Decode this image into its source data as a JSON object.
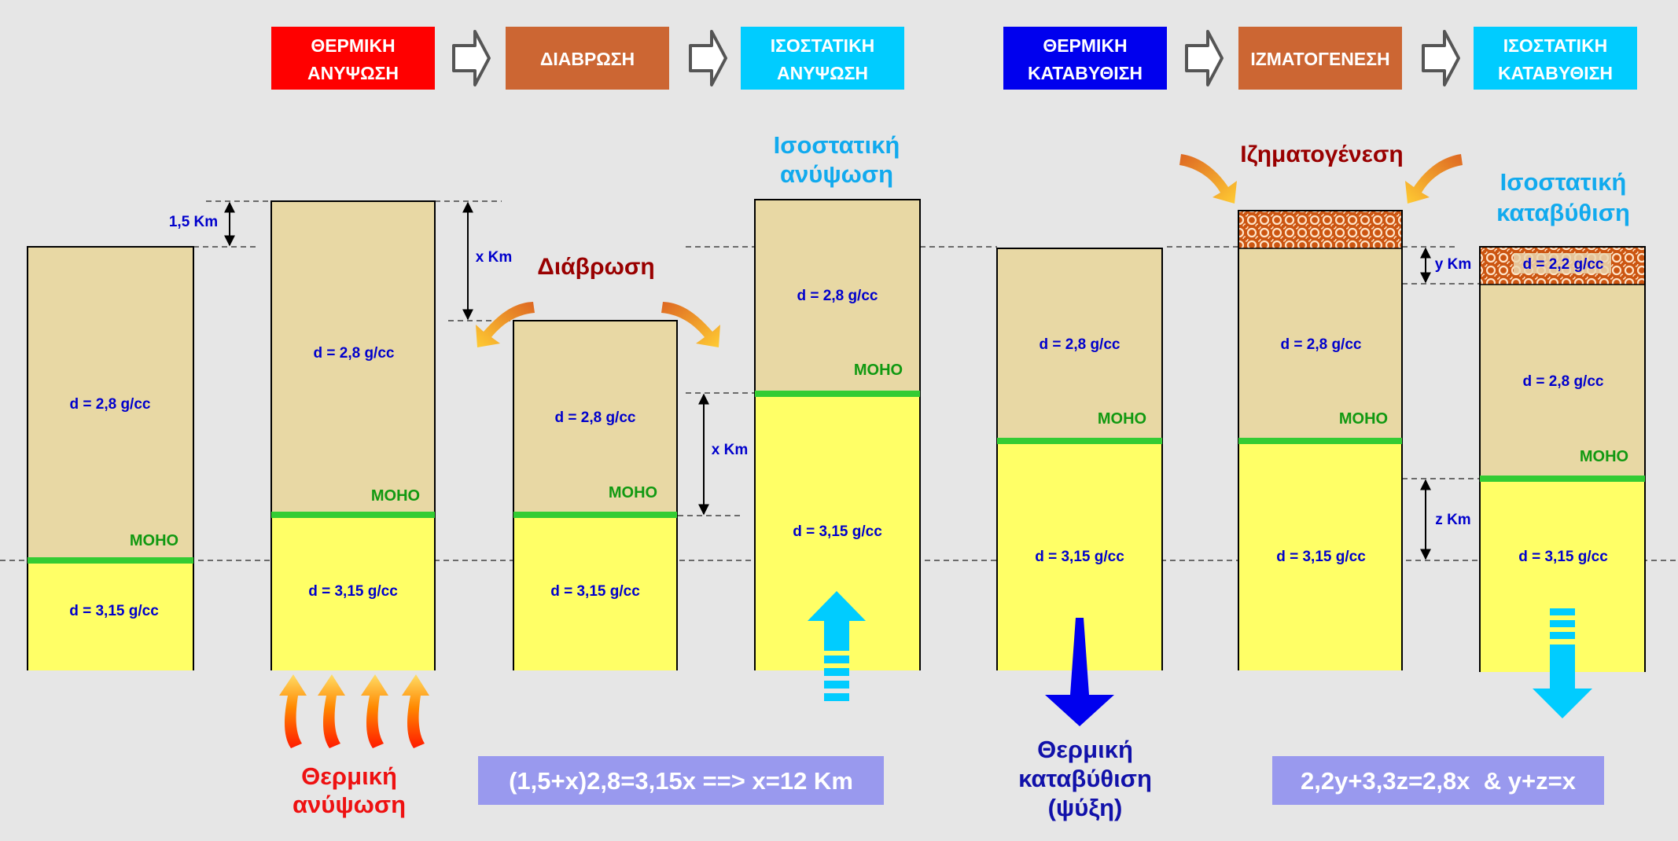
{
  "colors": {
    "background": "#e6e6e6",
    "crust": "#e8d8a4",
    "mantle": "#ffff66",
    "moho_line": "#33cc33",
    "density_text": "#0000cc",
    "moho_text": "#119911",
    "thermal_uplift_box": "#ff0000",
    "erosion_box": "#cc6633",
    "isostatic_box": "#00ccff",
    "thermal_subsidence_box": "#0000ee",
    "sedimentation_box": "#cc6633",
    "formula_box": "#9999ee",
    "uplift_text": "#ee1111",
    "erosion_text": "#990000",
    "isostatic_text": "#11aaee",
    "subsidence_text": "#1111aa",
    "sediment_fill": "#cc5511"
  },
  "process_boxes": [
    {
      "line1": "ΘΕΡΜΙΚΗ",
      "line2": "ΑΝΥΨΩΣΗ"
    },
    {
      "line1": "ΔΙΑΒΡΩΣΗ",
      "line2": ""
    },
    {
      "line1": "ΙΣΟΣΤΑΤΙΚΗ",
      "line2": "ΑΝΥΨΩΣΗ"
    },
    {
      "line1": "ΘΕΡΜΙΚΗ",
      "line2": "ΚΑΤΑΒΥΘΙΣΗ"
    },
    {
      "line1": "ΙΖΜΑΤΟΓΕΝΕΣΗ",
      "line2": ""
    },
    {
      "line1": "ΙΣΟΣΤΑΤΙΚΗ",
      "line2": "ΚΑΤΑΒΥΘΙΣΗ"
    }
  ],
  "labels": {
    "crust_density": "d = 2,8 g/cc",
    "mantle_density": "d = 3,15 g/cc",
    "sediment_density": "d = 2,2 g/cc",
    "moho": "MOHO",
    "dim_1_5": "1,5 Km",
    "dim_x": "x Km",
    "dim_y": "y Km",
    "dim_z": "z Km"
  },
  "annotations": {
    "erosion": "Διάβρωση",
    "isostatic_uplift_1": "Ισοστατική",
    "isostatic_uplift_2": "ανύψωση",
    "sedimentation": "Ιζηματογένεση",
    "isostatic_subsidence_1": "Ισοστατική",
    "isostatic_subsidence_2": "καταβύθιση",
    "thermal_uplift_1": "Θερμική",
    "thermal_uplift_2": "ανύψωση",
    "thermal_subsidence_1": "Θερμική",
    "thermal_subsidence_2": "καταβύθιση",
    "thermal_subsidence_3": "(ψύξη)"
  },
  "formulas": {
    "uplift": "(1,5+x)2,8=3,15x ==> x=12 Km",
    "subsidence": "2,2y+3,3z=2,8x  & y+z=x"
  }
}
